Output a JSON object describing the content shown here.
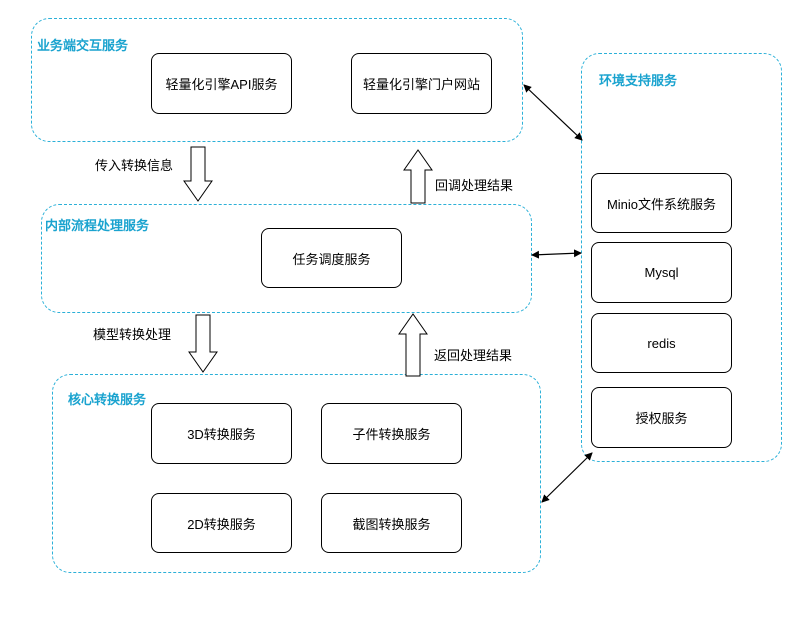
{
  "groups": {
    "business": {
      "title": "业务端交互服务"
    },
    "internal": {
      "title": "内部流程处理服务"
    },
    "core": {
      "title": "核心转换服务"
    },
    "env": {
      "title": "环境支持服务"
    }
  },
  "nodes": {
    "api": "轻量化引擎API服务",
    "portal": "轻量化引擎门户网站",
    "scheduler": "任务调度服务",
    "conv3d": "3D转换服务",
    "subpart": "子件转换服务",
    "conv2d": "2D转换服务",
    "screenshot": "截图转换服务",
    "minio": "Minio文件系统服务",
    "mysql": "Mysql",
    "redis": "redis",
    "auth": "授权服务"
  },
  "flows": {
    "send_info": "传入转换信息",
    "callback": "回调处理结果",
    "model_convert": "模型转换处理",
    "return_result": "返回处理结果"
  }
}
